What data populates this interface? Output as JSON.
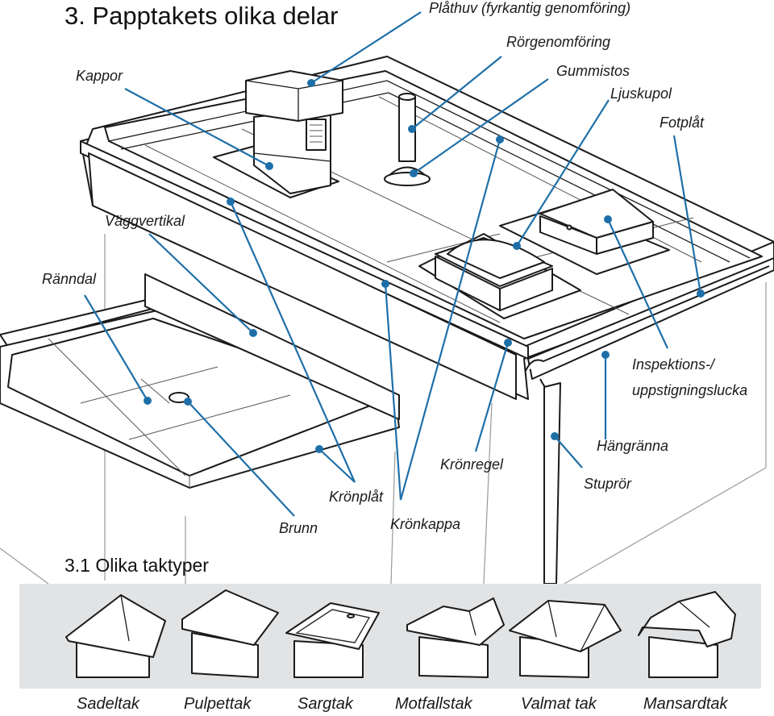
{
  "title": "3. Papptakets olika delar",
  "subtitle": "3.1 Olika taktyper",
  "labels": {
    "plathuv": "Plåthuv (fyrkantig genomföring)",
    "rorgenomforing": "Rörgenomföring",
    "gummistos": "Gummistos",
    "ljuskupol": "Ljuskupol",
    "fotplat": "Fotplåt",
    "kappor": "Kappor",
    "vaggvertikal": "Väggvertikal",
    "ranndal": "Ränndal",
    "inspektion_line1": "Inspektions-/",
    "inspektion_line2": "uppstigningslucka",
    "hangranna": "Hängränna",
    "kronregel": "Krönregel",
    "stuprör": "Stuprör",
    "kronplat": "Krönplåt",
    "kronkappa": "Krönkappa",
    "brunn": "Brunn"
  },
  "roof_types": [
    "Sadeltak",
    "Pulpettak",
    "Sargtak",
    "Motfallstak",
    "Valmat tak",
    "Mansardtak"
  ],
  "colors": {
    "leader": "#1e6fa8",
    "band": "#e2e3e4",
    "ink": "#1a1a1a"
  }
}
